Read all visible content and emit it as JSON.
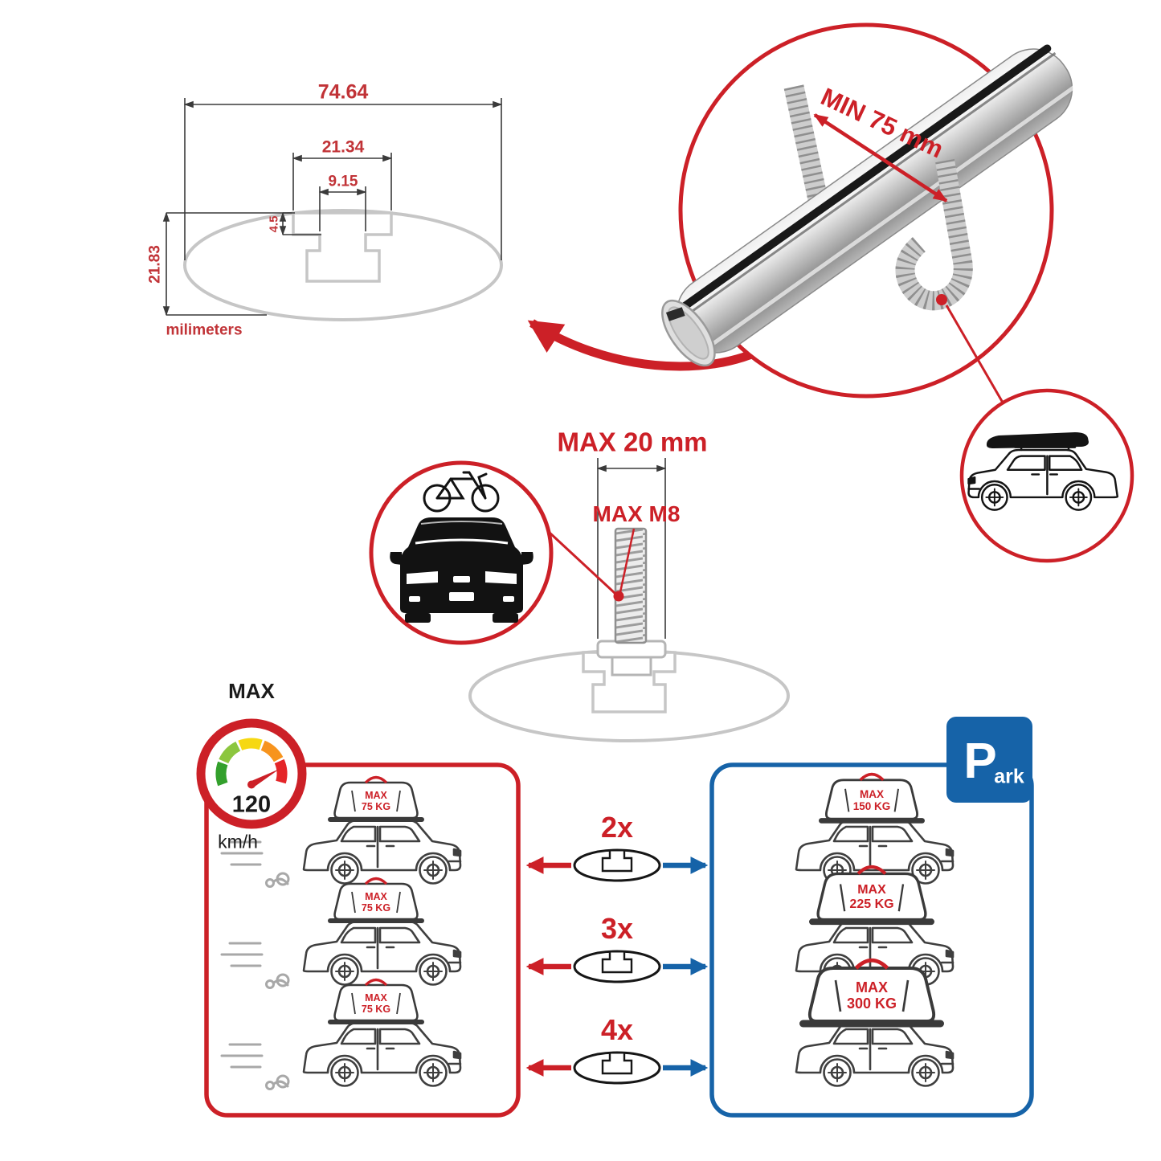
{
  "palette": {
    "red": "#cc2027",
    "blue": "#1663a8",
    "dim_red": "#c13337",
    "metal_grey": "#c6c6c6"
  },
  "cross_section": {
    "total_width": "74.64",
    "slot_outer": "21.34",
    "slot_inner": "9.15",
    "step_depth": "4.5",
    "height": "21.83",
    "units_label": "milimeters"
  },
  "clamp_detail": {
    "min_clearance_label": "MIN 75 mm"
  },
  "bolt_detail": {
    "max_depth_label": "MAX 20 mm",
    "max_thread_label": "MAX M8"
  },
  "speed_gauge": {
    "max_label": "MAX",
    "value": "120",
    "unit": "km/h"
  },
  "parking_sign": {
    "letter": "P",
    "rest": "ark"
  },
  "capacity_rows": [
    {
      "multiplier": "2x",
      "driving": {
        "max": "MAX",
        "load": "75 KG"
      },
      "parked": {
        "max": "MAX",
        "load": "150 KG"
      }
    },
    {
      "multiplier": "3x",
      "driving": {
        "max": "MAX",
        "load": "75 KG"
      },
      "parked": {
        "max": "MAX",
        "load": "225 KG"
      }
    },
    {
      "multiplier": "4x",
      "driving": {
        "max": "MAX",
        "load": "75 KG"
      },
      "parked": {
        "max": "MAX",
        "load": "300 KG"
      }
    }
  ]
}
